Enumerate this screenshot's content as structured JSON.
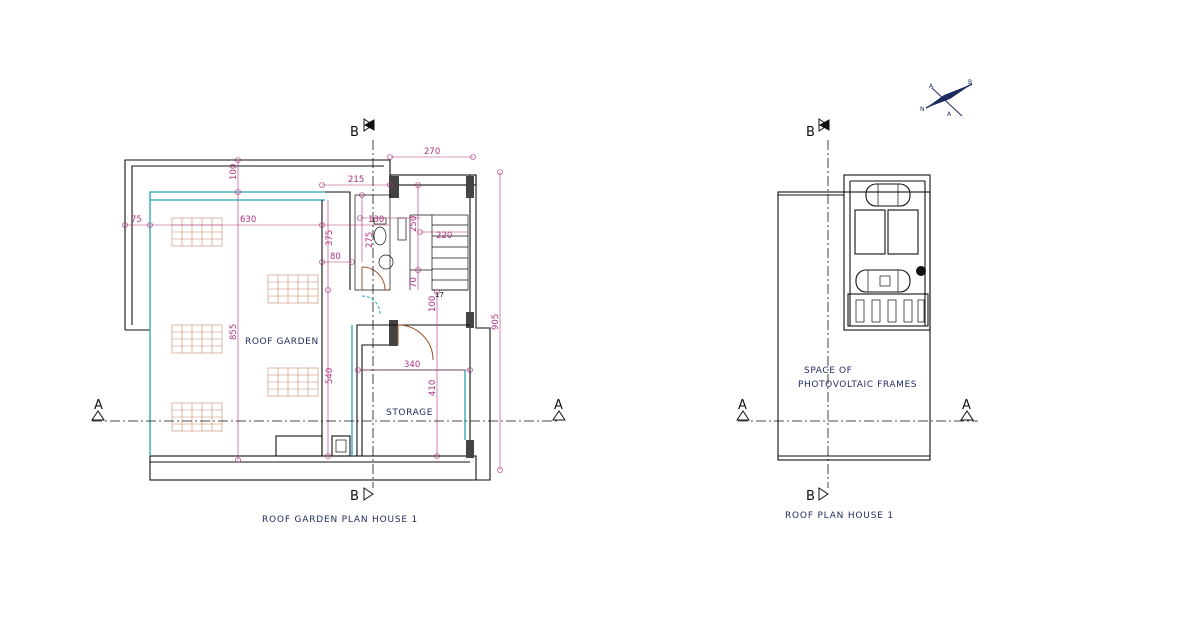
{
  "plans": {
    "left": {
      "title": "ROOF GARDEN PLAN HOUSE 1",
      "rooms": {
        "roof_garden": "ROOF GARDEN",
        "storage": "STORAGE"
      },
      "stair_number": "17",
      "dimensions": {
        "d270": "270",
        "d215": "215",
        "d100_top": "100",
        "d75": "75",
        "d630": "630",
        "d130": "130",
        "d250": "250",
        "d220": "220",
        "d375": "375",
        "d275": "275",
        "d80": "80",
        "d70": "70",
        "d100_mid": "100",
        "d855": "855",
        "d905": "905",
        "d540": "540",
        "d340": "340",
        "d410": "410"
      }
    },
    "right": {
      "title": "ROOF PLAN HOUSE 1",
      "label_line1": "SPACE OF",
      "label_line2": "PHOTOVOLTAIC FRAMES"
    }
  },
  "section_markers": {
    "a": "A",
    "b": "B"
  },
  "north_arrow": {
    "n": "N",
    "a1": "A",
    "a2": "A",
    "b": "B"
  },
  "colors": {
    "wall": "#111111",
    "glass": "#27a3b3",
    "dimension": "#b0307c",
    "text": "#1c2a5e",
    "pv_panel": "#c58b6a",
    "door": "#a0522d"
  }
}
